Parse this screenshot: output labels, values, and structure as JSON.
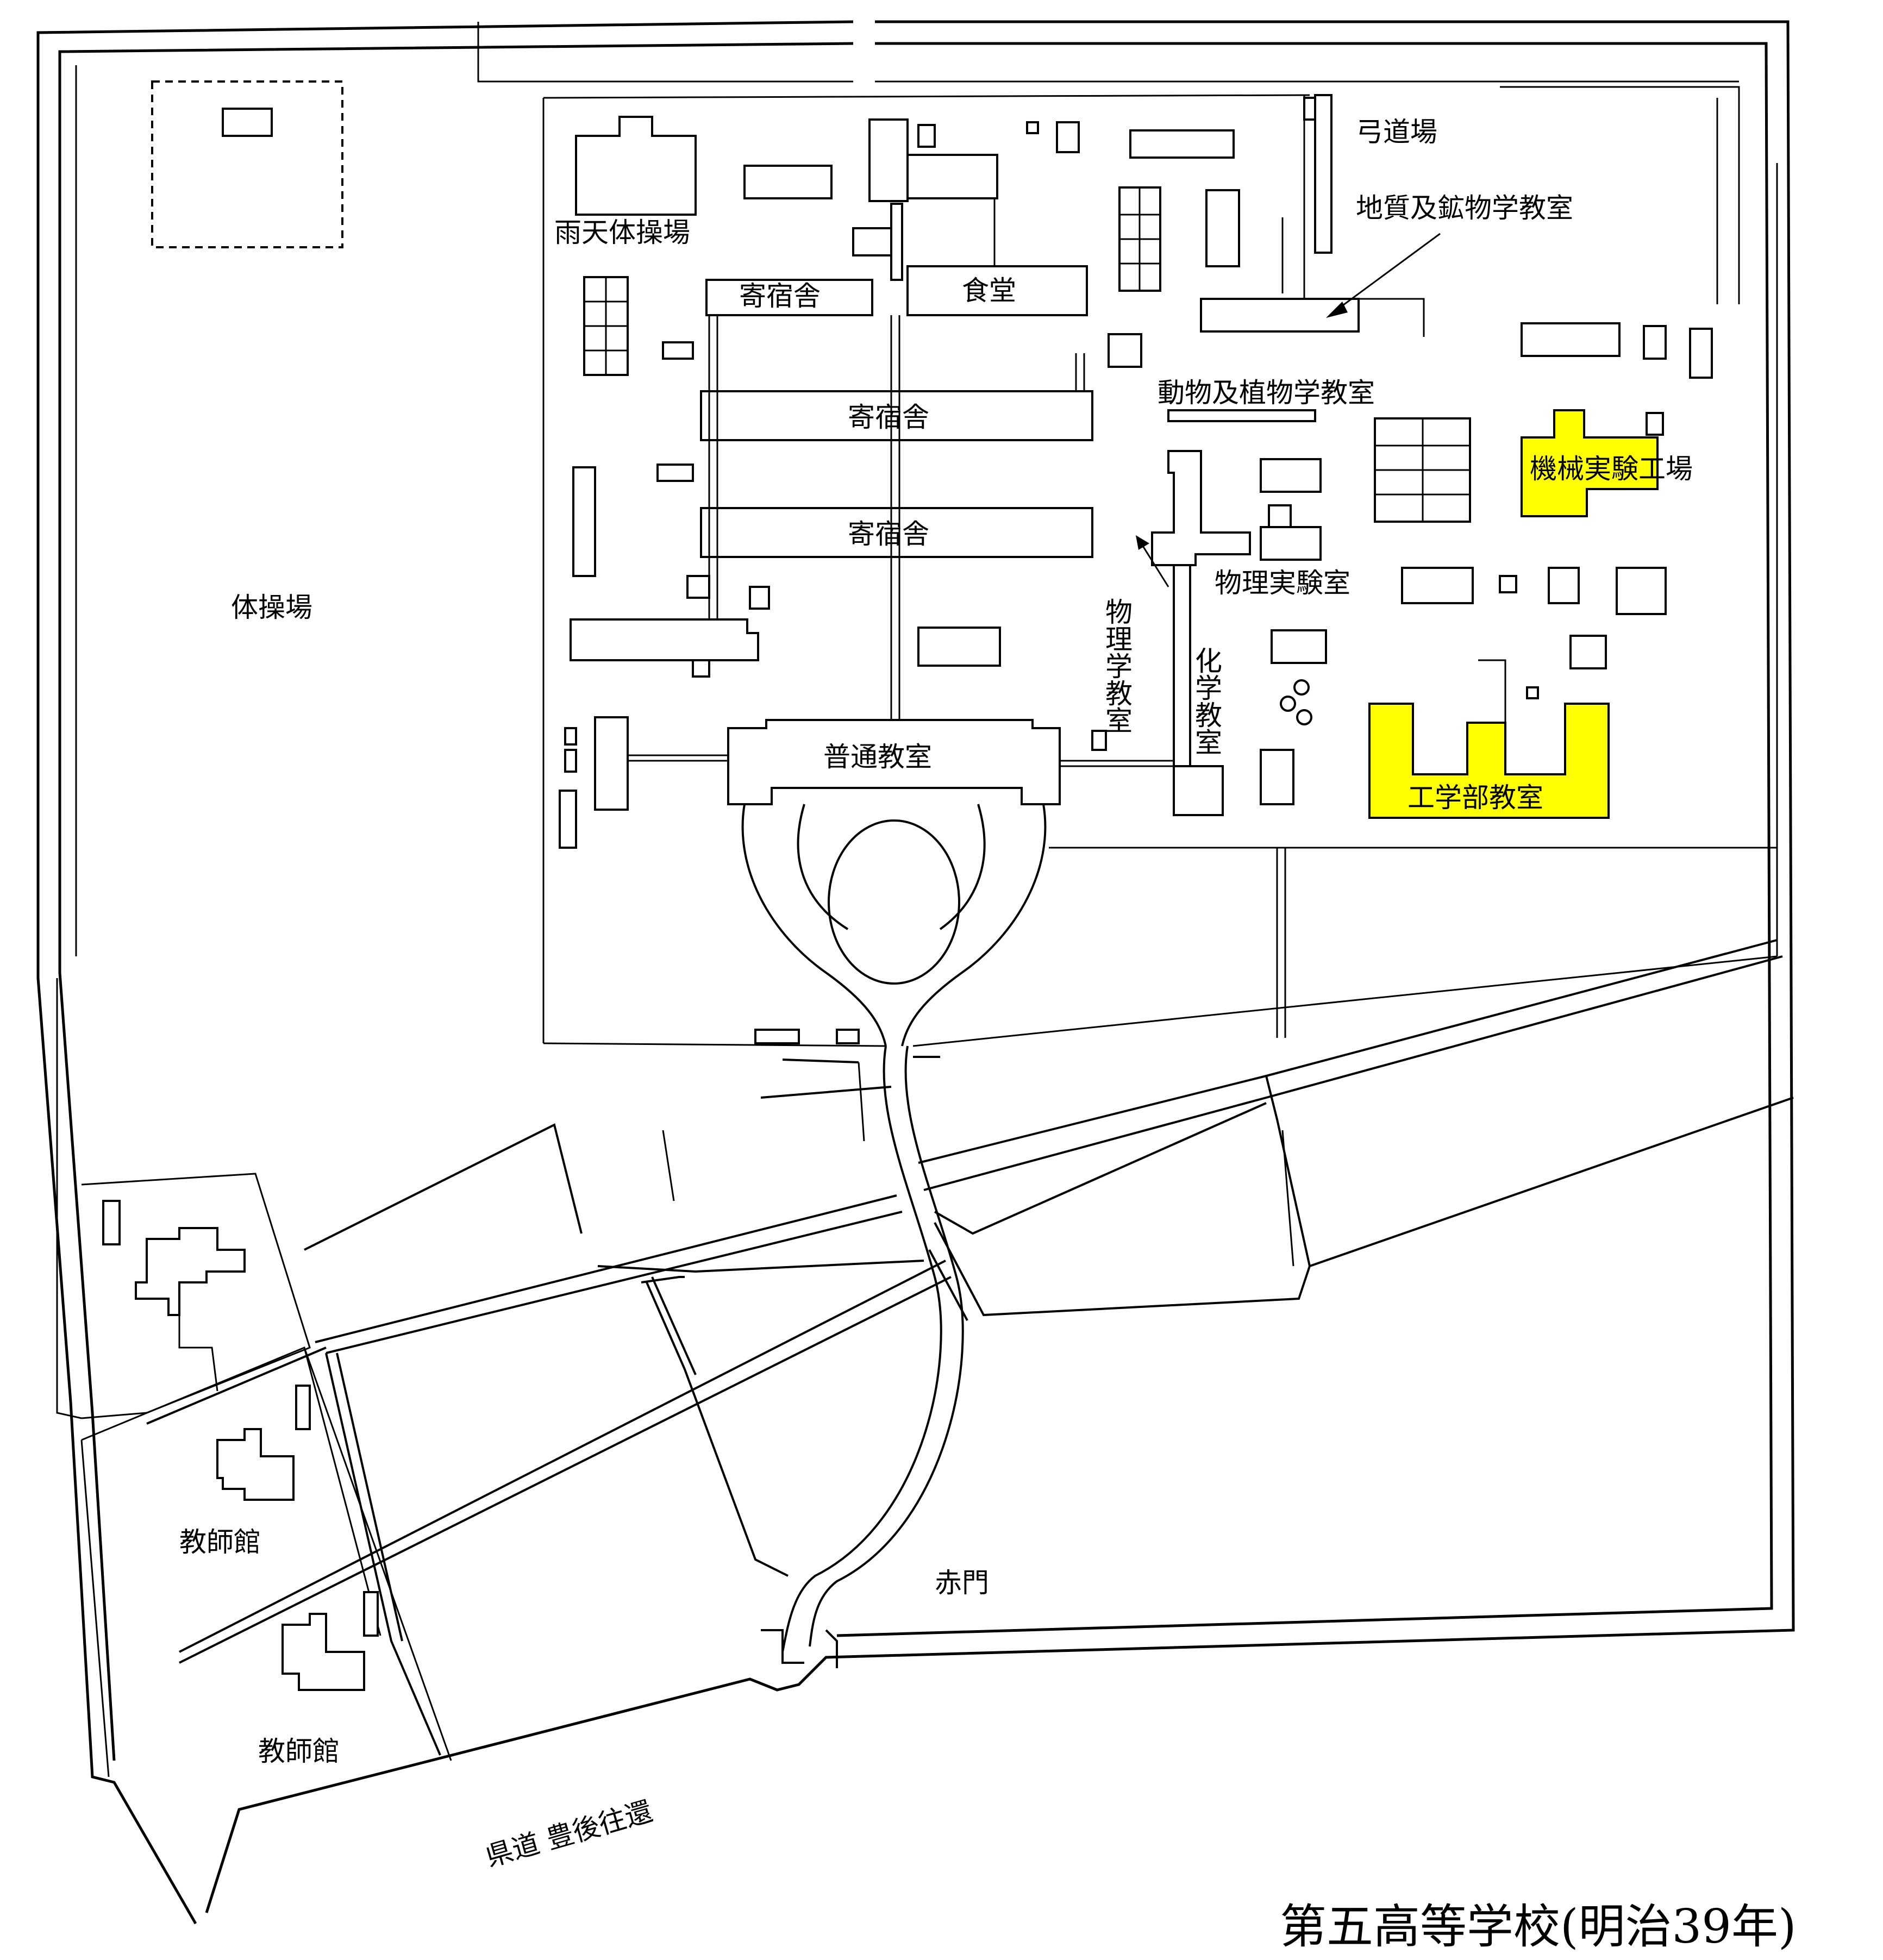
{
  "title": "第五高等学校(明治39年)",
  "colors": {
    "highlight": "#ffff00",
    "ink": "#000000",
    "paper": "#ffffff"
  },
  "labels": {
    "kyudojo": "弓道場",
    "chishitsu": "地質及鉱物学教室",
    "uten_taisojo": "雨天体操場",
    "kishukusha_1": "寄宿舎",
    "shokudo": "食堂",
    "kishukusha_2": "寄宿舎",
    "kishukusha_3": "寄宿舎",
    "dobutsu": "動物及植物学教室",
    "kikai": "機械実験工場",
    "butsuri_jikken": "物理実験室",
    "taisojo": "体操場",
    "butsuri_kyoshitsu": "物理学教室",
    "kagaku_kyoshitsu": "化学教室",
    "futsu_kyoshitsu": "普通教室",
    "kogakubu": "工学部教室",
    "kyoshikan_1": "教師館",
    "akamon": "赤門",
    "kyoshikan_2": "教師館",
    "kendo": "県道 豊後往還"
  },
  "highlighted_buildings": [
    "機械実験工場",
    "工学部教室"
  ]
}
